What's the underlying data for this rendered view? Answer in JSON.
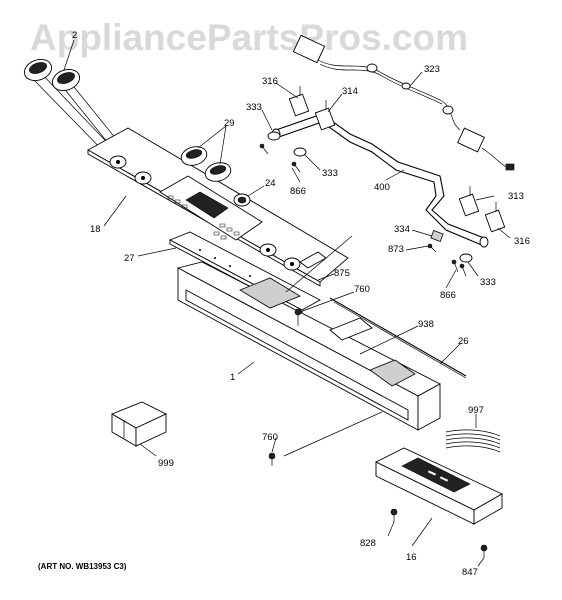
{
  "watermark": "AppliancePartsPros.com",
  "art_number": "(ART NO. WB13953 C3)",
  "callouts": {
    "c2": "2",
    "c18": "18",
    "c27": "27",
    "c29": "29",
    "c24": "24",
    "c316a": "316",
    "c333a": "333",
    "c314": "314",
    "c333b": "333",
    "c866a": "866",
    "c400": "400",
    "c323": "323",
    "c313": "313",
    "c334": "334",
    "c873": "873",
    "c316b": "316",
    "c866b": "866",
    "c333c": "333",
    "c875": "875",
    "c760a": "760",
    "c938": "938",
    "c26": "26",
    "c1": "1",
    "c997": "997",
    "c760b": "760",
    "c999": "999",
    "c828": "828",
    "c16": "16",
    "c847": "847"
  }
}
